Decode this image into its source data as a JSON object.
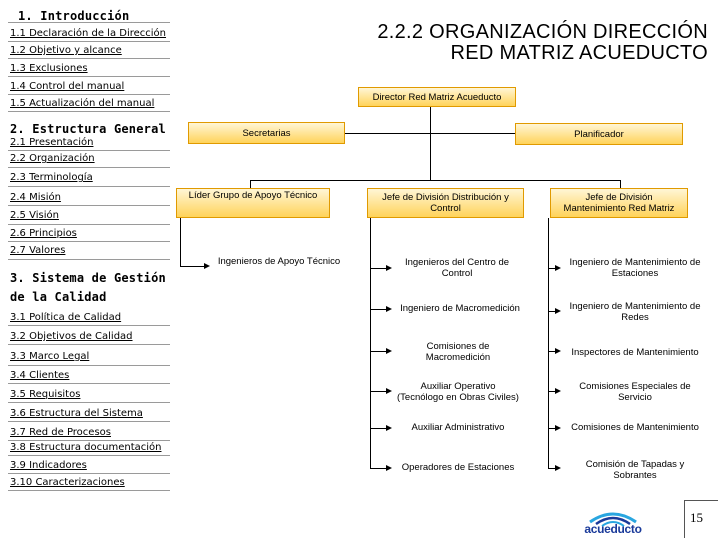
{
  "nav": {
    "s1": "1. Introducción",
    "s1_items": [
      "1.1 Declaración de la Dirección",
      "1.2 Objetivo y alcance",
      "1.3 Exclusiones",
      "1.4 Control del  manual",
      "1.5 Actualización del manual"
    ],
    "s2": "2. Estructura General",
    "s2_items": [
      "2.1 Presentación",
      "2.2 Organización",
      "2.3 Terminología",
      "2.4 Misión",
      "2.5 Visión",
      "2.6 Principios",
      "2.7 Valores"
    ],
    "s3_line1": "3. Sistema de Gestión",
    "s3_line2": "de la Calidad",
    "s3_items": [
      "3.1 Política  de Calidad",
      "3.2 Objetivos de Calidad",
      "3.3 Marco Legal",
      "3.4 Clientes",
      "3.5 Requisitos",
      "3.6 Estructura del Sistema",
      "3.7 Red de Procesos",
      "3.8 Estructura documentación",
      "3.9 Indicadores",
      "3.10 Caracterizaciones"
    ]
  },
  "title": {
    "line1": "2.2.2 ORGANIZACIÓN DIRECCIÓN",
    "line2": "RED MATRIZ ACUEDUCTO"
  },
  "org": {
    "director": "Director Red Matriz Acueducto",
    "secretarias": "Secretarias",
    "planificador": "Planificador",
    "lider": "Líder Grupo de Apoyo Técnico",
    "jefe_distribucion": "Jefe de División Distribución y Control",
    "jefe_mantenimiento": "Jefe de División Mantenimiento Red Matriz",
    "ingenieros_apoyo": "Ingenieros de Apoyo Técnico",
    "distribucion_items": [
      "Ingenieros del Centro de Control",
      "Ingeniero de Macromedición",
      "Comisiones de Macromedición",
      "Auxiliar Operativo (Tecnólogo en Obras Civiles)",
      "Auxiliar Administrativo",
      "Operadores de Estaciones"
    ],
    "mantenimiento_items": [
      "Ingeniero de Mantenimiento de Estaciones",
      "Ingeniero de Mantenimiento de Redes",
      "Inspectores de Mantenimiento",
      "Comisiones Especiales de Servicio",
      "Comisiones de Mantenimiento",
      "Comisión de Tapadas y Sobrantes"
    ]
  },
  "footer": {
    "page_number": "15",
    "logo_text": "acueducto"
  }
}
